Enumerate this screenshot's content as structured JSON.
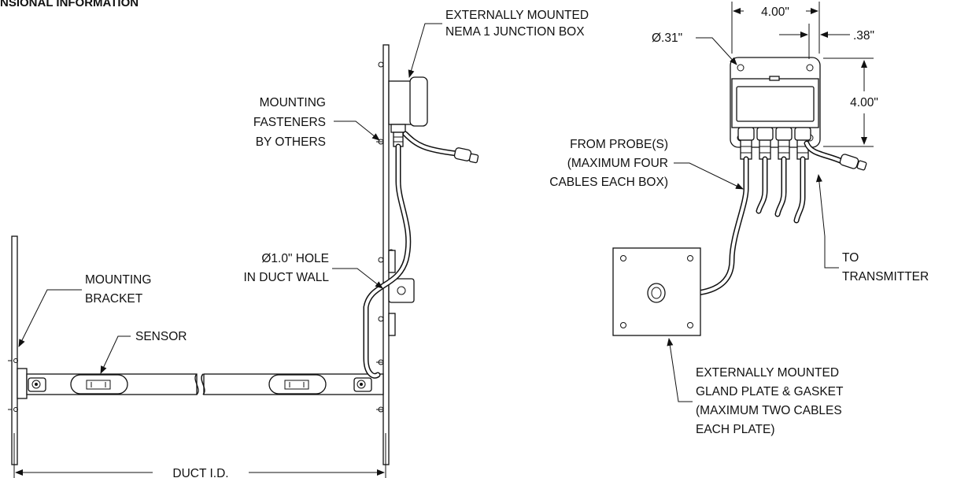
{
  "header": {
    "title": "NSIONAL INFORMATION"
  },
  "labels": {
    "junction_box": [
      "EXTERNALLY MOUNTED",
      "NEMA 1 JUNCTION BOX"
    ],
    "fasteners": [
      "MOUNTING",
      "FASTENERS",
      "BY OTHERS"
    ],
    "hole": [
      "Ø1.0\" HOLE",
      "IN DUCT WALL"
    ],
    "bracket": [
      "MOUNTING",
      "BRACKET"
    ],
    "sensor": "SENSOR",
    "duct_id": "DUCT I.D.",
    "from_probes": [
      "FROM PROBE(S)",
      "(MAXIMUM FOUR",
      "CABLES EACH BOX)"
    ],
    "transmitter": [
      "TO",
      "TRANSMITTER"
    ],
    "gland_plate": [
      "EXTERNALLY MOUNTED",
      "GLAND PLATE  & GASKET",
      "(MAXIMUM TWO CABLES",
      "EACH PLATE)"
    ]
  },
  "dimensions": {
    "box_width": "4.00\"",
    "hole_offset": ".38\"",
    "box_height": "4.00\"",
    "hole_dia": "Ø.31\""
  }
}
